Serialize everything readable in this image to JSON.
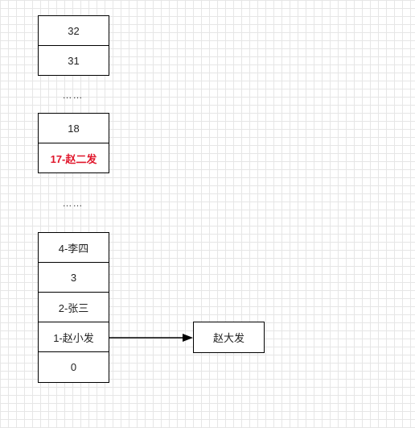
{
  "groups": [
    {
      "cells": [
        {
          "text": "32"
        },
        {
          "text": "31"
        }
      ]
    },
    {
      "cells": [
        {
          "text": "18"
        },
        {
          "text": "17-赵二发",
          "highlight": true
        }
      ]
    },
    {
      "cells": [
        {
          "text": "4-李四"
        },
        {
          "text": "3"
        },
        {
          "text": "2-张三"
        },
        {
          "text": "1-赵小发"
        },
        {
          "text": "0"
        }
      ]
    }
  ],
  "ellipses": [
    "……",
    "……"
  ],
  "linked_node": {
    "text": "赵大发"
  },
  "colors": {
    "highlight": "#e0162b",
    "border": "#000000",
    "grid": "#e6e6e6"
  }
}
